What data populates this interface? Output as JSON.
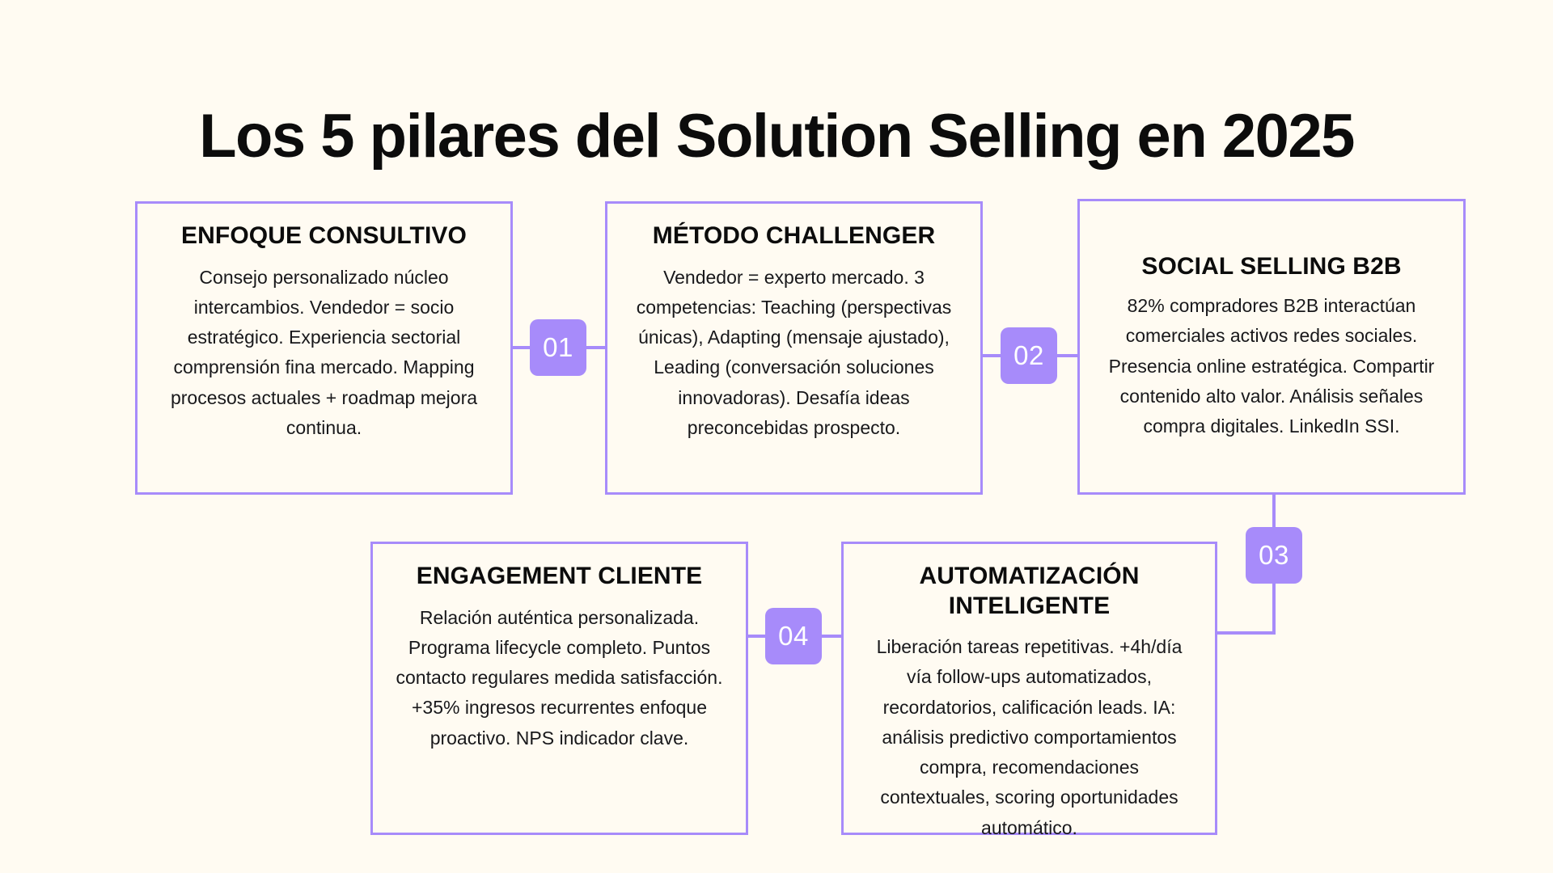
{
  "theme": {
    "background_color": "#FFFBF2",
    "accent_color": "#A78BFA",
    "text_color": "#0C0C0C",
    "badge_text_color": "#FFFFFF"
  },
  "title": "Los 5 pilares del Solution Selling en 2025",
  "cards": [
    {
      "id": "enfoque-consultivo",
      "title": "ENFOQUE CONSULTIVO",
      "body": "Consejo personalizado núcleo intercambios. Vendedor = socio estratégico. Experiencia sectorial comprensión fina mercado. Mapping procesos actuales + roadmap mejora continua."
    },
    {
      "id": "metodo-challenger",
      "title": "MÉTODO CHALLENGER",
      "body": "Vendedor = experto mercado. 3 competencias: Teaching (perspectivas únicas), Adapting (mensaje ajustado), Leading (conversación soluciones innovadoras). Desafía ideas preconcebidas prospecto."
    },
    {
      "id": "social-selling-b2b",
      "title": "SOCIAL SELLING B2B",
      "body": "82% compradores B2B interactúan comerciales activos redes sociales. Presencia online estratégica. Compartir contenido alto valor. Análisis señales compra digitales. LinkedIn SSI."
    },
    {
      "id": "engagement-cliente",
      "title": "ENGAGEMENT CLIENTE",
      "body": "Relación auténtica personalizada. Programa lifecycle completo. Puntos contacto regulares medida satisfacción. +35% ingresos recurrentes enfoque proactivo. NPS indicador clave."
    },
    {
      "id": "automatizacion-inteligente",
      "title": "AUTOMATIZACIÓN INTELIGENTE",
      "body": "Liberación tareas repetitivas. +4h/día vía follow-ups automatizados, recordatorios, calificación leads. IA: análisis predictivo comportamientos compra, recomendaciones contextuales, scoring oportunidades automático."
    }
  ],
  "connectors": [
    {
      "id": "connector-01",
      "label": "01",
      "from": "enfoque-consultivo",
      "to": "metodo-challenger"
    },
    {
      "id": "connector-02",
      "label": "02",
      "from": "metodo-challenger",
      "to": "social-selling-b2b"
    },
    {
      "id": "connector-03",
      "label": "03",
      "from": "social-selling-b2b",
      "to": "automatizacion-inteligente"
    },
    {
      "id": "connector-04",
      "label": "04",
      "from": "engagement-cliente",
      "to": "automatizacion-inteligente"
    }
  ]
}
